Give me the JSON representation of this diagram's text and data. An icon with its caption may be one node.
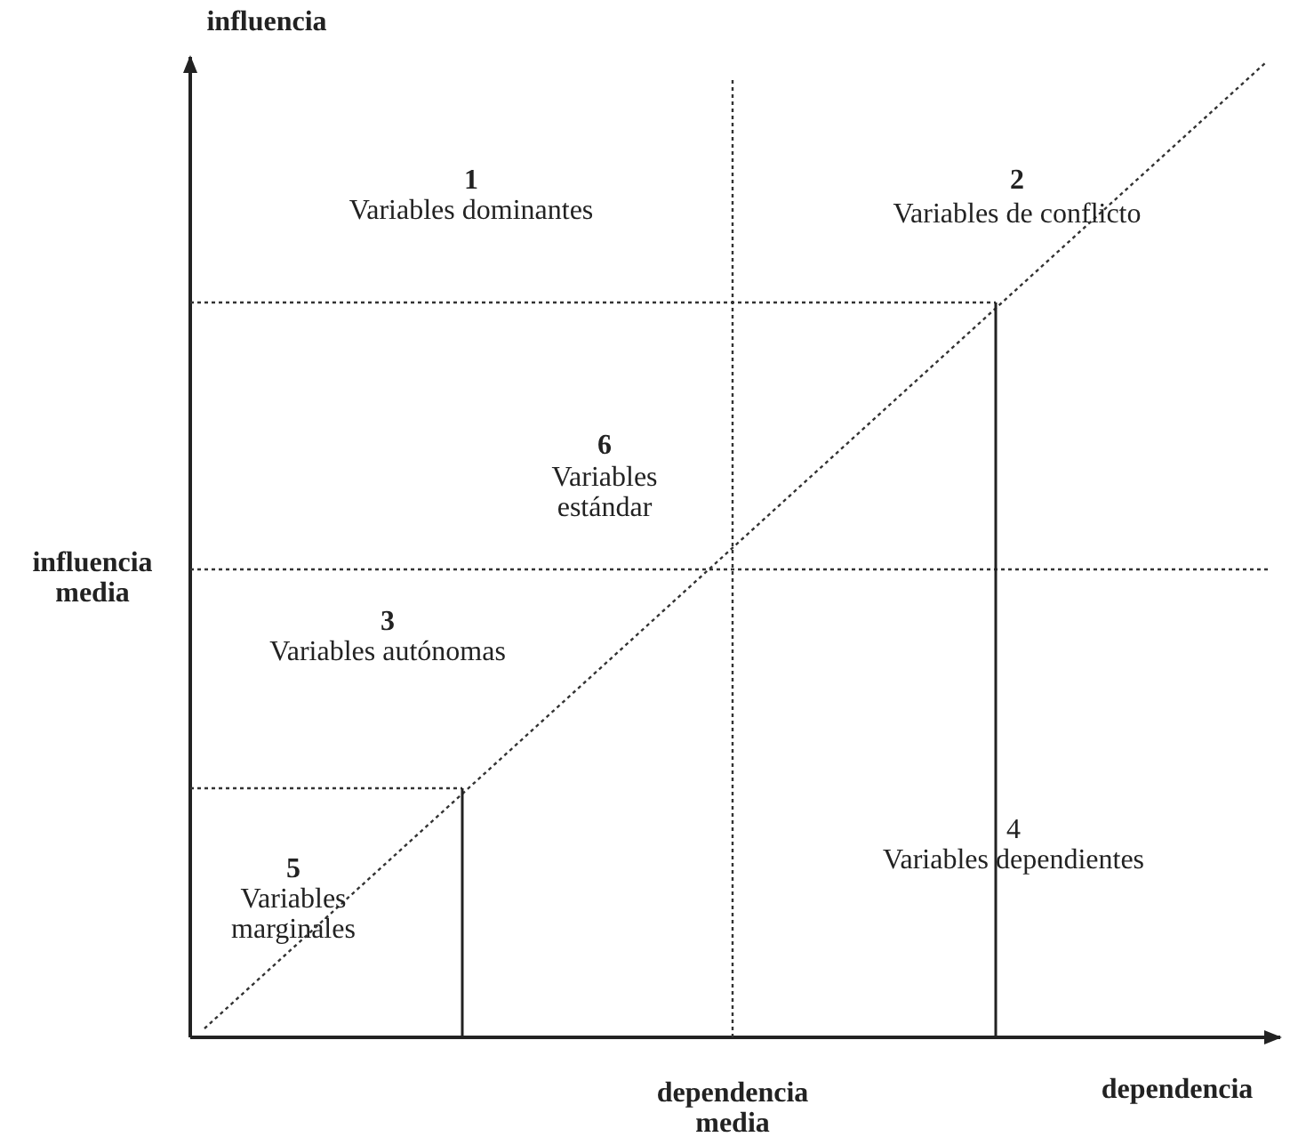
{
  "diagram": {
    "labels": [
      "influencia",
      "dependencia",
      "influencia media",
      "dependencia media",
      "1",
      "Variables dominantes",
      "2",
      "Variables de conflicto",
      "6",
      "Variables estándar",
      "3",
      "Variables autónomas",
      "5",
      "Variables marginales",
      "4",
      "Variables dependientes"
    ]
  }
}
